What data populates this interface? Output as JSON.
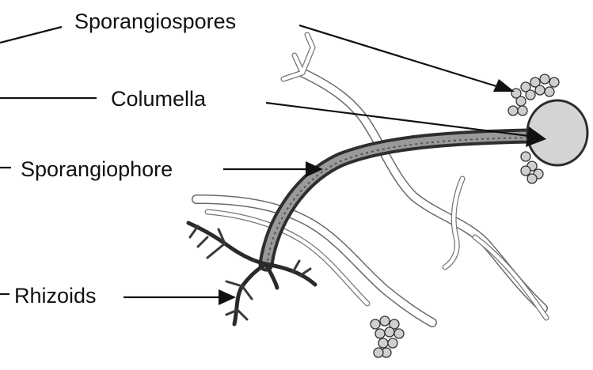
{
  "labels": {
    "sporangiospores": "Sporangiospores",
    "columella": "Columella",
    "sporangiophore": "Sporangiophore",
    "rhizoids": "Rhizoids"
  }
}
